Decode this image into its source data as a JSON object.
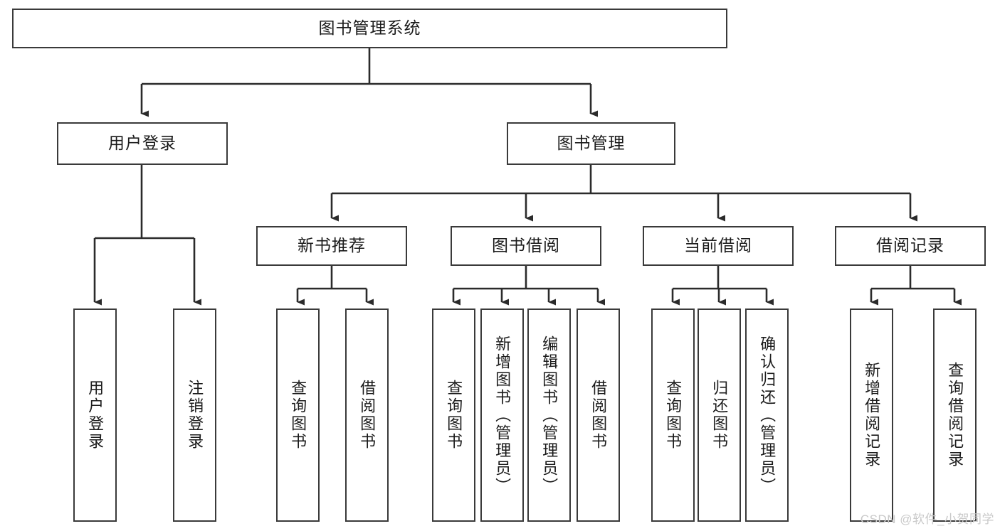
{
  "diagram": {
    "title": "图书管理系统",
    "type": "tree-hierarchy-chart",
    "watermark": "CSDN @软件_小贺同学",
    "colors": {
      "box_border": "#3a3a3a",
      "box_fill": "#ffffff",
      "connector": "#2b2b2b",
      "text": "#1b1b1b",
      "watermark": "#c9c9c9"
    },
    "levels": {
      "root": {
        "label": "图书管理系统"
      },
      "level2": [
        {
          "label": "用户登录"
        },
        {
          "label": "图书管理"
        }
      ],
      "level3": [
        {
          "label": "新书推荐"
        },
        {
          "label": "图书借阅"
        },
        {
          "label": "当前借阅"
        },
        {
          "label": "借阅记录"
        }
      ],
      "leaves": [
        {
          "label": "用户登录",
          "parent": "用户登录"
        },
        {
          "label": "注销登录",
          "parent": "用户登录"
        },
        {
          "label": "查询图书",
          "parent": "新书推荐"
        },
        {
          "label": "借阅图书",
          "parent": "新书推荐"
        },
        {
          "label": "查询图书",
          "parent": "图书借阅"
        },
        {
          "label": "新增图书（管理员）",
          "parent": "图书借阅"
        },
        {
          "label": "编辑图书（管理员）",
          "parent": "图书借阅"
        },
        {
          "label": "借阅图书",
          "parent": "图书借阅"
        },
        {
          "label": "查询图书",
          "parent": "当前借阅"
        },
        {
          "label": "归还图书",
          "parent": "当前借阅"
        },
        {
          "label": "确认归还（管理员）",
          "parent": "当前借阅"
        },
        {
          "label": "新增借阅记录",
          "parent": "借阅记录"
        },
        {
          "label": "查询借阅记录",
          "parent": "借阅记录"
        }
      ]
    }
  }
}
